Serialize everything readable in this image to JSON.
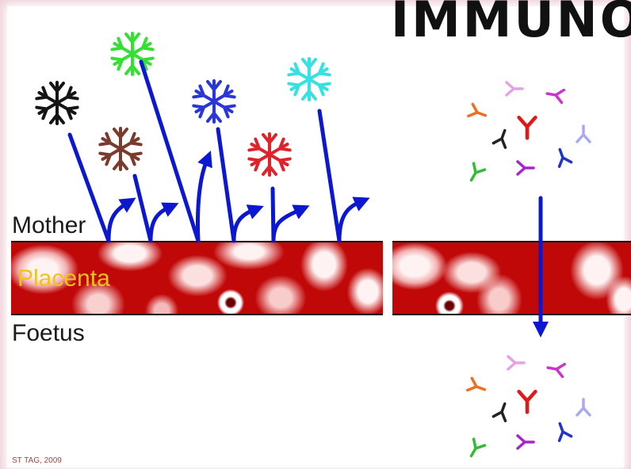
{
  "title": "IMMUNO",
  "labels": {
    "mother": "Mother",
    "placenta": "Placenta",
    "foetus": "Foetus"
  },
  "credit": "ST TAG, 2009",
  "colors": {
    "frame": "#efd4db",
    "arrow": "#0c17d2",
    "placenta_red": "#c10808",
    "placenta_light": "#fff2f2",
    "placenta_text": "#f2c21c",
    "credit_text": "#a3433e",
    "label_text": "#1a1a1a",
    "boundary_line": "#111111"
  },
  "pathogens": [
    {
      "icon": "snowflake-icon",
      "color": "#151515"
    },
    {
      "icon": "snowflake-icon",
      "color": "#33e033"
    },
    {
      "icon": "snowflake-icon",
      "color": "#7a3b2d"
    },
    {
      "icon": "snowflake-icon",
      "color": "#2b36d8"
    },
    {
      "icon": "snowflake-icon",
      "color": "#e0232b"
    },
    {
      "icon": "snowflake-icon",
      "color": "#35e2e2"
    }
  ],
  "antibodies": {
    "mother_side": [
      {
        "icon": "antibody-icon",
        "color": "#e6a0e6"
      },
      {
        "icon": "antibody-icon",
        "color": "#cc33cc"
      },
      {
        "icon": "antibody-icon",
        "color": "#ee7020"
      },
      {
        "icon": "antibody-icon",
        "color": "#222222"
      },
      {
        "icon": "antibody-icon",
        "color": "#e01818"
      },
      {
        "icon": "antibody-icon",
        "color": "#a8aaf0"
      },
      {
        "icon": "antibody-icon",
        "color": "#2233cc"
      },
      {
        "icon": "antibody-icon",
        "color": "#aa22cc"
      },
      {
        "icon": "antibody-icon",
        "color": "#33bb33"
      }
    ],
    "foetus_side": [
      {
        "icon": "antibody-icon",
        "color": "#e6a0e6"
      },
      {
        "icon": "antibody-icon",
        "color": "#cc33cc"
      },
      {
        "icon": "antibody-icon",
        "color": "#ee7020"
      },
      {
        "icon": "antibody-icon",
        "color": "#222222"
      },
      {
        "icon": "antibody-icon",
        "color": "#e01818"
      },
      {
        "icon": "antibody-icon",
        "color": "#a8aaf0"
      },
      {
        "icon": "antibody-icon",
        "color": "#2233cc"
      },
      {
        "icon": "antibody-icon",
        "color": "#aa22cc"
      },
      {
        "icon": "antibody-icon",
        "color": "#33bb33"
      }
    ]
  }
}
